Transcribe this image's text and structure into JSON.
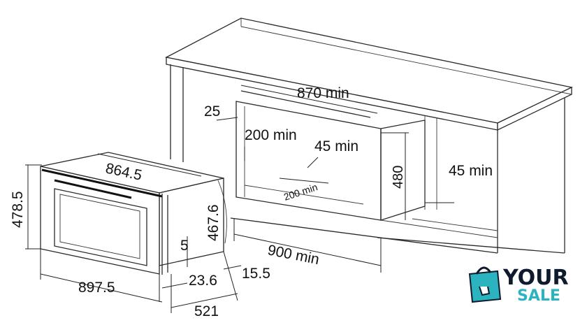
{
  "dimensions": {
    "oven_width_top": "864.5",
    "oven_height_left": "478.5",
    "oven_depth_right": "467.6",
    "oven_width_bottom": "897.5",
    "panel_gap": "5",
    "panel_thickness": "23.6",
    "total_depth": "521",
    "mount_offset": "15.5",
    "cutout_width": "870 min",
    "top_offset": "25",
    "rear_vent": "200 min",
    "clearance_45_inner": "45 min",
    "base_vent": "200 min",
    "cutout_height": "480",
    "clearance_45_outer": "45 min",
    "cabinet_width": "900 min"
  },
  "logo": {
    "word_top": "YOUR",
    "word_bottom": "SALE",
    "primary_color": "#0f1b2d",
    "accent_color": "#2bb3c0",
    "icon": "shopping-bag-hand-icon"
  }
}
